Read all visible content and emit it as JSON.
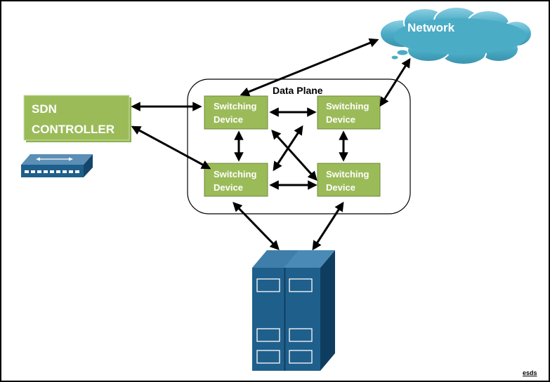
{
  "network": {
    "label": "Network"
  },
  "data_plane": {
    "label": "Data Plane"
  },
  "controller": {
    "label": "SDN\nCONTROLLER"
  },
  "switches": [
    {
      "label": "Switching\nDevice"
    },
    {
      "label": "Switching\nDevice"
    },
    {
      "label": "Switching\nDevice"
    },
    {
      "label": "Switching\nDevice"
    }
  ],
  "watermark": "esds",
  "colors": {
    "switch_fill": "#9bbb59",
    "controller_fill": "#9bbb59",
    "cloud_fill": "#4bacc6",
    "server_fill": "#1f5f8b",
    "device_fill": "#1f5f8b",
    "arrow": "#000000"
  }
}
